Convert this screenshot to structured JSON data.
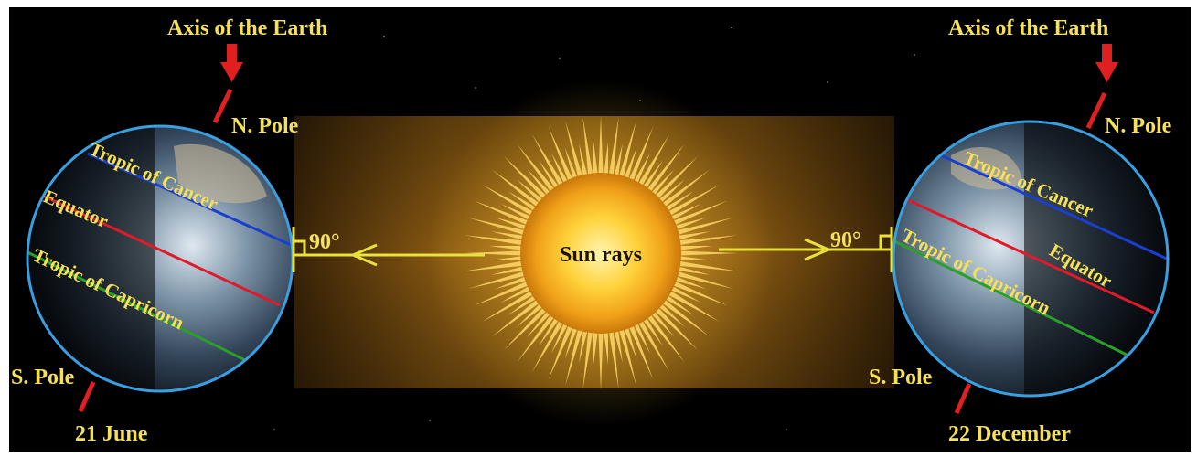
{
  "labels": {
    "axis_left": "Axis of the Earth",
    "axis_right": "Axis of the Earth",
    "north_pole_left": "N. Pole",
    "north_pole_right": "N. Pole",
    "south_pole_left": "S. Pole",
    "south_pole_right": "S. Pole",
    "date_left": "21 June",
    "date_right": "22 December",
    "sun": "Sun rays",
    "angle_left": "90°",
    "angle_right": "90°",
    "tropic_cancer_left": "Tropic of Cancer",
    "tropic_cancer_right": "Tropic of Cancer",
    "equator_left": "Equator",
    "equator_right": "Equator",
    "tropic_capricorn_left": "Tropic of Capricorn",
    "tropic_capricorn_right": "Tropic of Capricorn"
  },
  "colors": {
    "background": "#000000",
    "label_text": "#f5e05a",
    "axis": "#e02020",
    "ray_line": "#e8e23a",
    "globe_outline": "#3a9fe0",
    "tropic_of_cancer": "#1a3fd0",
    "equator": "#e01a2a",
    "tropic_of_capricorn": "#2aa02a",
    "sun_core": "#ffd23a",
    "sun_glow": "#c8780a"
  }
}
